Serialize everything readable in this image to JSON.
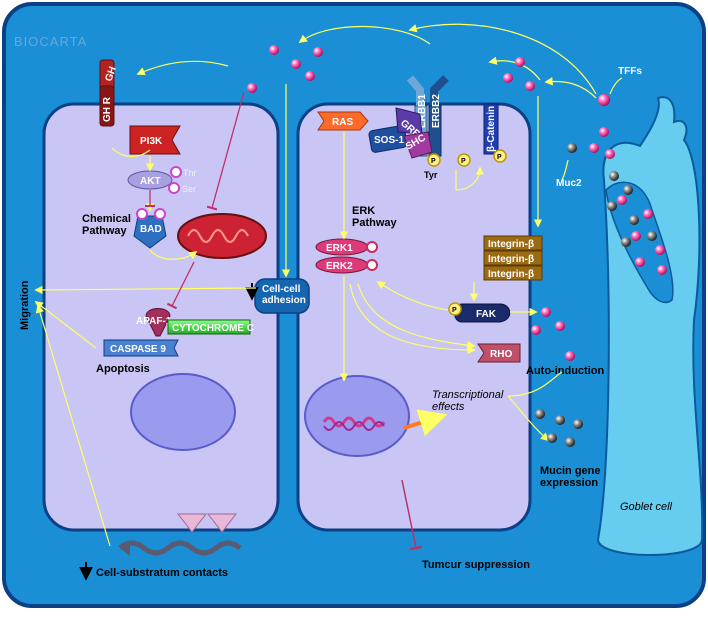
{
  "logo": "BIOCARTA",
  "colors": {
    "background": "#1a8fd6",
    "cell": "#c9c5f4",
    "arrow": "#ffff66",
    "inhibit": "#c0306a",
    "goblet": "#66ccf0",
    "tff": "#ff55aa",
    "muc": "#777777"
  },
  "labels": {
    "gh": "GH",
    "ghr": "GH R",
    "pi3k": "PI3K",
    "akt": "AKT",
    "thr": "Thr",
    "ser": "Ser",
    "chemical_pathway": "Chemical\nPathway",
    "bad": "BAD",
    "apaf1": "APAF-1",
    "cytochrome_c": "CYTOCHROME C",
    "caspase9": "CASPASE 9",
    "apoptosis": "Apoptosis",
    "migration": "Migration",
    "cell_cell_adhesion": "Cell-cell\nadhesion",
    "cell_substratum": "Cell-substratum contacts",
    "ras": "RAS",
    "sos1": "SOS-1",
    "grb2": "GRB2",
    "shc": "SHC",
    "erbb1": "ERBB1",
    "erbb2": "ERBB2",
    "tyr": "Tyr",
    "p": "P",
    "beta_catenin": "β-Catenin",
    "erk_pathway": "ERK\nPathway",
    "erk1": "ERK1",
    "erk2": "ERK2",
    "integrin": "Integrin-β",
    "fak": "FAK",
    "rho": "RHO",
    "transcriptional": "Transcriptional\neffects",
    "tumor_suppression": "Tumcur suppression",
    "tffs": "TFFs",
    "muc2": "Muc2",
    "auto_induction": "Auto-induction",
    "mucin_gene": "Mucin gene\nexpression",
    "goblet_cell": "Goblet cell"
  }
}
